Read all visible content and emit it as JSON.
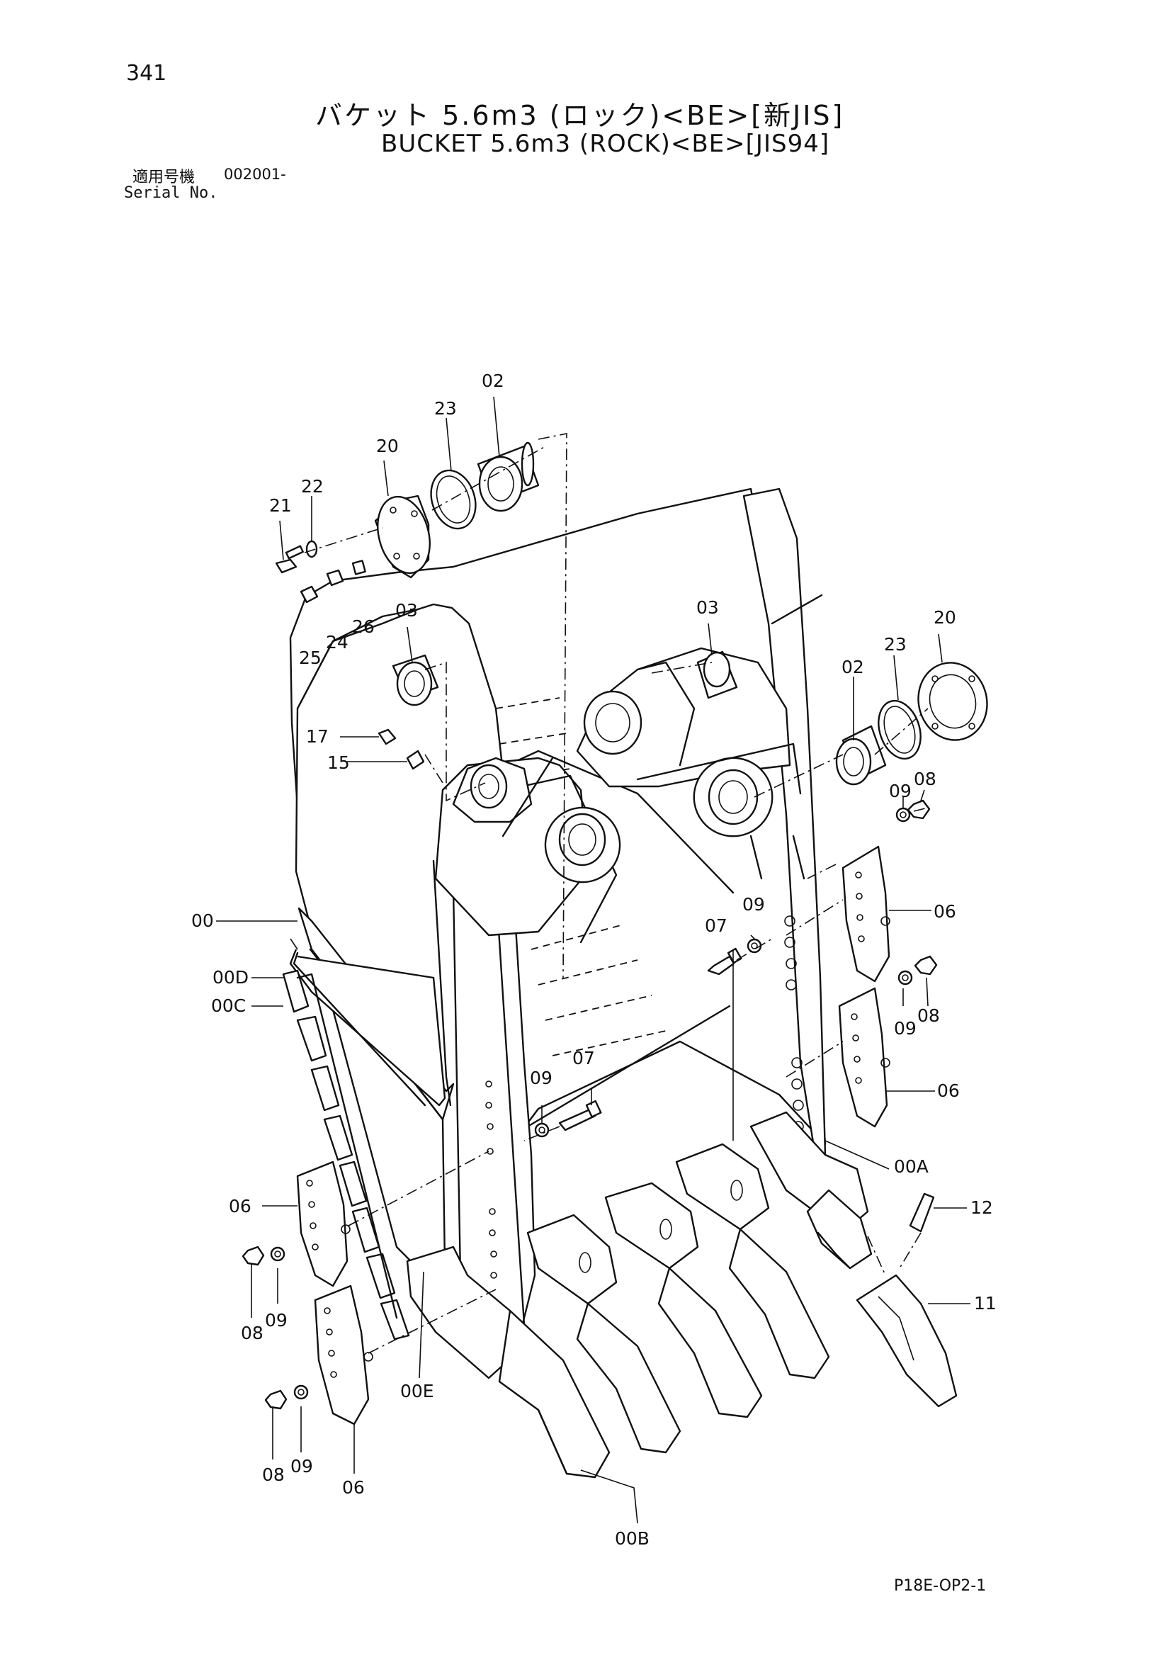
{
  "header": {
    "page_number": "341",
    "title_jp": "バケット 5.6m3 (ロック)<BE>[新JIS]",
    "title_en": "BUCKET 5.6m3 (ROCK)<BE>[JIS94]",
    "serial_label_jp": "適用号機",
    "serial_value": "002001-",
    "serial_label_en": "Serial No."
  },
  "callouts": {
    "c02a": "02",
    "c23a": "23",
    "c20a": "20",
    "c22": "22",
    "c21": "21",
    "c03a": "03",
    "c26": "26",
    "c24": "24",
    "c25": "25",
    "c03b": "03",
    "c20b": "20",
    "c23b": "23",
    "c02b": "02",
    "c17": "17",
    "c15": "15",
    "c09a": "09",
    "c08a": "08",
    "c00": "00",
    "c09b": "09",
    "c07a": "07",
    "c06a": "06",
    "c00D": "00D",
    "c00C": "00C",
    "c09c": "09",
    "c08b": "08",
    "c07b": "07",
    "c09d": "09",
    "c06b": "06",
    "c00A": "00A",
    "c12": "12",
    "c06c": "06",
    "c08c": "08",
    "c09e": "09",
    "c11": "11",
    "c00E": "00E",
    "c08d": "08",
    "c09f": "09",
    "c06d": "06",
    "c00B": "00B"
  },
  "footer": {
    "page_code": "P18E-OP2-1"
  }
}
